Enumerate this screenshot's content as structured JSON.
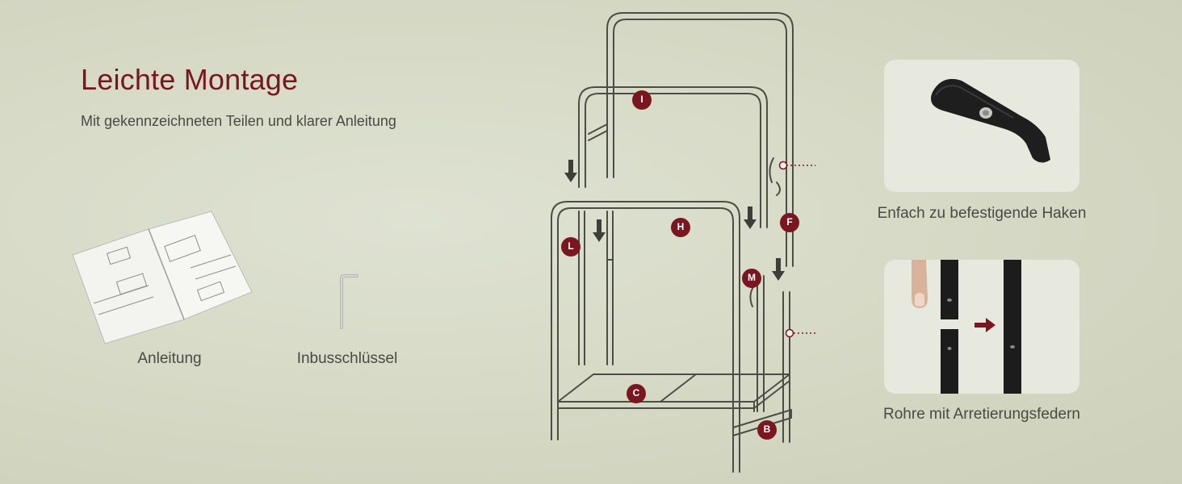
{
  "headline": "Leichte Montage",
  "subline": "Mit gekennzeichneten Teilen und klarer Anleitung",
  "accessories": {
    "manual_label": "Anleitung",
    "key_label": "Inbusschlüssel"
  },
  "features": {
    "hook_caption": "Enfach zu befestigende Haken",
    "tube_caption": "Rohre mit Arretierungsfedern"
  },
  "part_labels": {
    "I": "I",
    "H": "H",
    "L": "L",
    "F": "F",
    "M": "M",
    "C": "C",
    "B": "B"
  },
  "colors": {
    "accent": "#7a1620",
    "background": "#d6dac6",
    "line": "#4d4d48"
  },
  "icons": [
    "manual-icon",
    "allen-key-icon",
    "hook-icon",
    "finger-icon",
    "arrow-right-icon",
    "arrow-down-icon"
  ]
}
